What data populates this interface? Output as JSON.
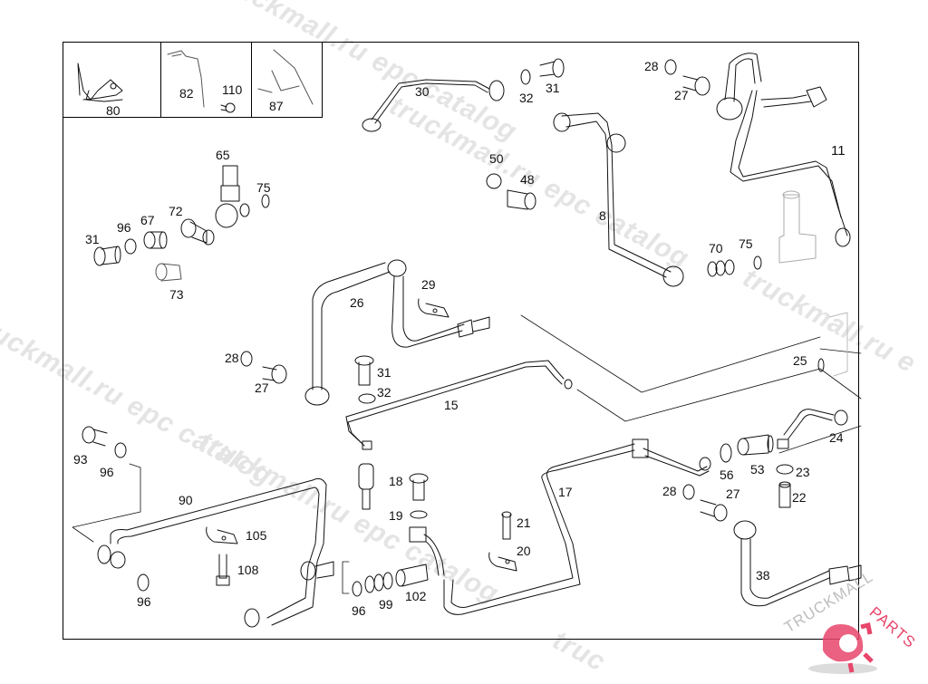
{
  "diagram": {
    "title": "Fuel / injection line parts diagram",
    "watermarks": [
      "truckmall.ru epc catalog",
      "truckmall.ru epc catalog",
      "truckmall.ru epc catalog",
      "truckmall.ru epc catalog"
    ],
    "logo": {
      "text_left": "TRUCKMALL",
      "text_right": "PARTS",
      "brand_color": "#e8456b",
      "gray_color": "#bdbdbd"
    },
    "insets": [
      {
        "label": "80"
      },
      {
        "label": "82"
      },
      {
        "label": "110"
      },
      {
        "label": "87"
      }
    ],
    "callouts": [
      {
        "id": "c30",
        "label": "30"
      },
      {
        "id": "c32a",
        "label": "32"
      },
      {
        "id": "c31a",
        "label": "31"
      },
      {
        "id": "c28a",
        "label": "28"
      },
      {
        "id": "c27a",
        "label": "27"
      },
      {
        "id": "c11",
        "label": "11"
      },
      {
        "id": "c65",
        "label": "65"
      },
      {
        "id": "c75a",
        "label": "75"
      },
      {
        "id": "c72",
        "label": "72"
      },
      {
        "id": "c67",
        "label": "67"
      },
      {
        "id": "c96a",
        "label": "96"
      },
      {
        "id": "c31b",
        "label": "31"
      },
      {
        "id": "c73",
        "label": "73"
      },
      {
        "id": "c50",
        "label": "50"
      },
      {
        "id": "c48",
        "label": "48"
      },
      {
        "id": "c8",
        "label": "8"
      },
      {
        "id": "c70",
        "label": "70"
      },
      {
        "id": "c75b",
        "label": "75"
      },
      {
        "id": "c26",
        "label": "26"
      },
      {
        "id": "c29",
        "label": "29"
      },
      {
        "id": "c28b",
        "label": "28"
      },
      {
        "id": "c27b",
        "label": "27"
      },
      {
        "id": "c31c",
        "label": "31"
      },
      {
        "id": "c32b",
        "label": "32"
      },
      {
        "id": "c15",
        "label": "15"
      },
      {
        "id": "c25",
        "label": "25"
      },
      {
        "id": "c24",
        "label": "24"
      },
      {
        "id": "c93",
        "label": "93"
      },
      {
        "id": "c96b",
        "label": "96"
      },
      {
        "id": "c90",
        "label": "90"
      },
      {
        "id": "c105",
        "label": "105"
      },
      {
        "id": "c108",
        "label": "108"
      },
      {
        "id": "c96c",
        "label": "96"
      },
      {
        "id": "c18",
        "label": "18"
      },
      {
        "id": "c19",
        "label": "19"
      },
      {
        "id": "c21",
        "label": "21"
      },
      {
        "id": "c20",
        "label": "20"
      },
      {
        "id": "c17",
        "label": "17"
      },
      {
        "id": "c96d",
        "label": "96"
      },
      {
        "id": "c99",
        "label": "99"
      },
      {
        "id": "c102",
        "label": "102"
      },
      {
        "id": "c56",
        "label": "56"
      },
      {
        "id": "c53",
        "label": "53"
      },
      {
        "id": "c23",
        "label": "23"
      },
      {
        "id": "c22",
        "label": "22"
      },
      {
        "id": "c28c",
        "label": "28"
      },
      {
        "id": "c27c",
        "label": "27"
      },
      {
        "id": "c38",
        "label": "38"
      }
    ]
  }
}
